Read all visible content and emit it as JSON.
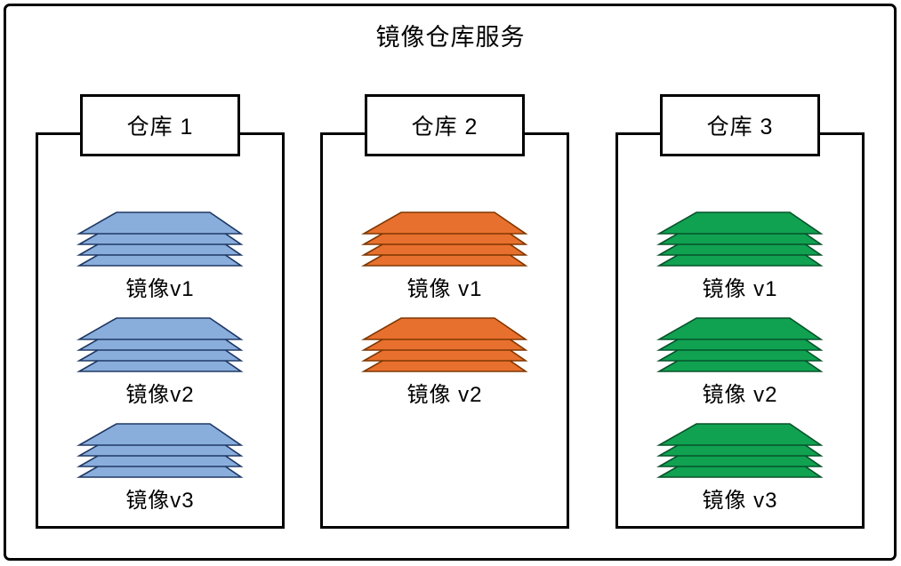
{
  "title": "镜像仓库服务",
  "colors": {
    "background": "#FFFFFF",
    "border": "#000000",
    "text": "#000000"
  },
  "repositories": [
    {
      "name": "仓库 1",
      "fill": "#8AAEDC",
      "stroke": "#1F3864",
      "images": [
        "镜像v1",
        "镜像v2",
        "镜像v3"
      ]
    },
    {
      "name": "仓库 2",
      "fill": "#E8702E",
      "stroke": "#7F3700",
      "images": [
        "镜像 v1",
        "镜像 v2"
      ]
    },
    {
      "name": "仓库 3",
      "fill": "#10A251",
      "stroke": "#07522A",
      "images": [
        "镜像 v1",
        "镜像 v2",
        "镜像 v3"
      ]
    }
  ]
}
